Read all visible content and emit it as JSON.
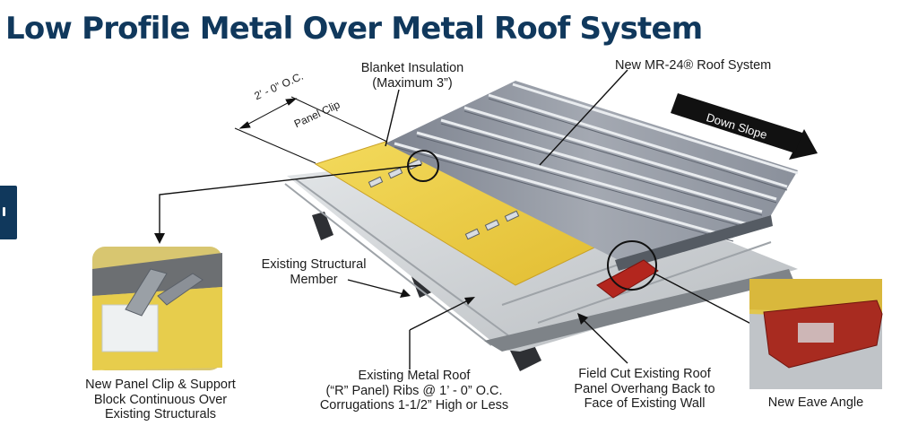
{
  "title": "Low Profile Metal Over Metal Roof System",
  "colors": {
    "title": "#10385c",
    "insulation": "#f1d24a",
    "new_panel": "#8f95a1",
    "existing_deck": "#cfd3d6",
    "eave_angle": "#b3261e",
    "arrow": "#111111"
  },
  "labels": {
    "blanket_insulation": "Blanket Insulation\n(Maximum 3”)",
    "new_roof_system": "New MR-24® Roof System",
    "spacing": "2’ - 0” O.C.",
    "panel_clip": "Panel Clip",
    "down_slope": "Down Slope",
    "existing_structural": "Existing Structural\nMember",
    "existing_metal_roof": "Existing Metal Roof\n(“R” Panel) Ribs @ 1’ - 0” O.C.\nCorrugations 1-1/2” High or Less",
    "field_cut": "Field Cut Existing Roof\nPanel Overhang Back to\nFace of Existing Wall",
    "panel_clip_detail": "New Panel Clip & Support\nBlock Continuous Over\nExisting Structurals",
    "eave_angle": "New Eave Angle"
  },
  "icons": {
    "side_tab": "tab-icon",
    "down_slope_arrow": "arrow-right-icon",
    "clip_callout": "circle-callout-icon",
    "eave_callout": "circle-callout-icon"
  }
}
